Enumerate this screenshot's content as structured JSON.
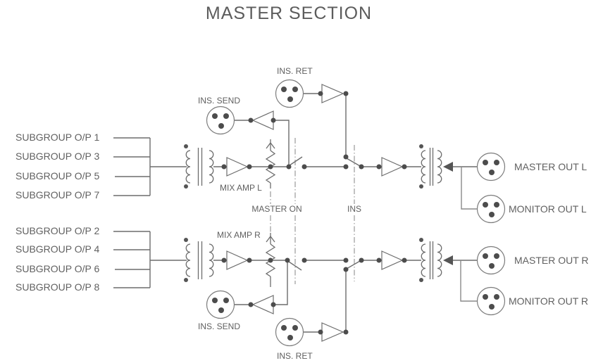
{
  "title": "MASTER SECTION",
  "colors": {
    "line": "#6d6d6d",
    "text": "#5f5f5f",
    "junction": "#4c4c4c",
    "gang_line": "#8f8f8f",
    "background": "#ffffff"
  },
  "subgroup_inputs": {
    "odd": [
      "SUBGROUP O/P 1",
      "SUBGROUP O/P 3",
      "SUBGROUP O/P 5",
      "SUBGROUP O/P 7"
    ],
    "even": [
      "SUBGROUP O/P 2",
      "SUBGROUP O/P 4",
      "SUBGROUP O/P 6",
      "SUBGROUP O/P 8"
    ]
  },
  "left_channel": {
    "mix_amp": "MIX AMP L",
    "ins_send": "INS. SEND",
    "ins_ret": "INS. RET",
    "master_out": "MASTER OUT L",
    "monitor_out": "MONITOR OUT L"
  },
  "right_channel": {
    "mix_amp": "MIX AMP R",
    "ins_send": "INS. SEND",
    "ins_ret": "INS. RET",
    "master_out": "MASTER OUT R",
    "monitor_out": "MONITOR OUT R"
  },
  "shared_controls": {
    "master_on": "MASTER ON",
    "ins": "INS"
  }
}
